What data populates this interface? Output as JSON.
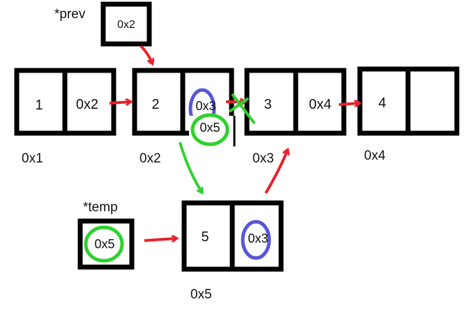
{
  "pointers": {
    "prev": {
      "label": "*prev",
      "value": "0x2"
    },
    "temp": {
      "label": "*temp",
      "value": "0x5"
    }
  },
  "nodes": [
    {
      "data": "1",
      "next": "0x2",
      "address": "0x1"
    },
    {
      "data": "2",
      "next": "0x3",
      "new_next": "0x5",
      "address": "0x2"
    },
    {
      "data": "3",
      "next": "0x4",
      "address": "0x3"
    },
    {
      "data": "4",
      "next": "",
      "address": "0x4"
    },
    {
      "data": "5",
      "next": "0x3",
      "address": "0x5"
    }
  ],
  "colors": {
    "box": "#000000",
    "arrow": "#e8212b",
    "new_link": "#2fd12f",
    "highlight": "#5757d8"
  }
}
